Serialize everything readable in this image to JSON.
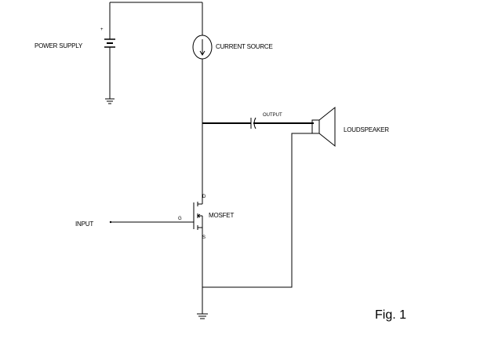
{
  "labels": {
    "power_supply": "POWER SUPPLY",
    "plus_sign": "+",
    "current_source": "CURRENT SOURCE",
    "output": "OUTPUT",
    "loudspeaker": "LOUDSPEAKER",
    "input": "INPUT",
    "mosfet": "MOSFET",
    "drain": "D",
    "gate": "G",
    "source": "S",
    "figure_caption": "Fig. 1"
  }
}
